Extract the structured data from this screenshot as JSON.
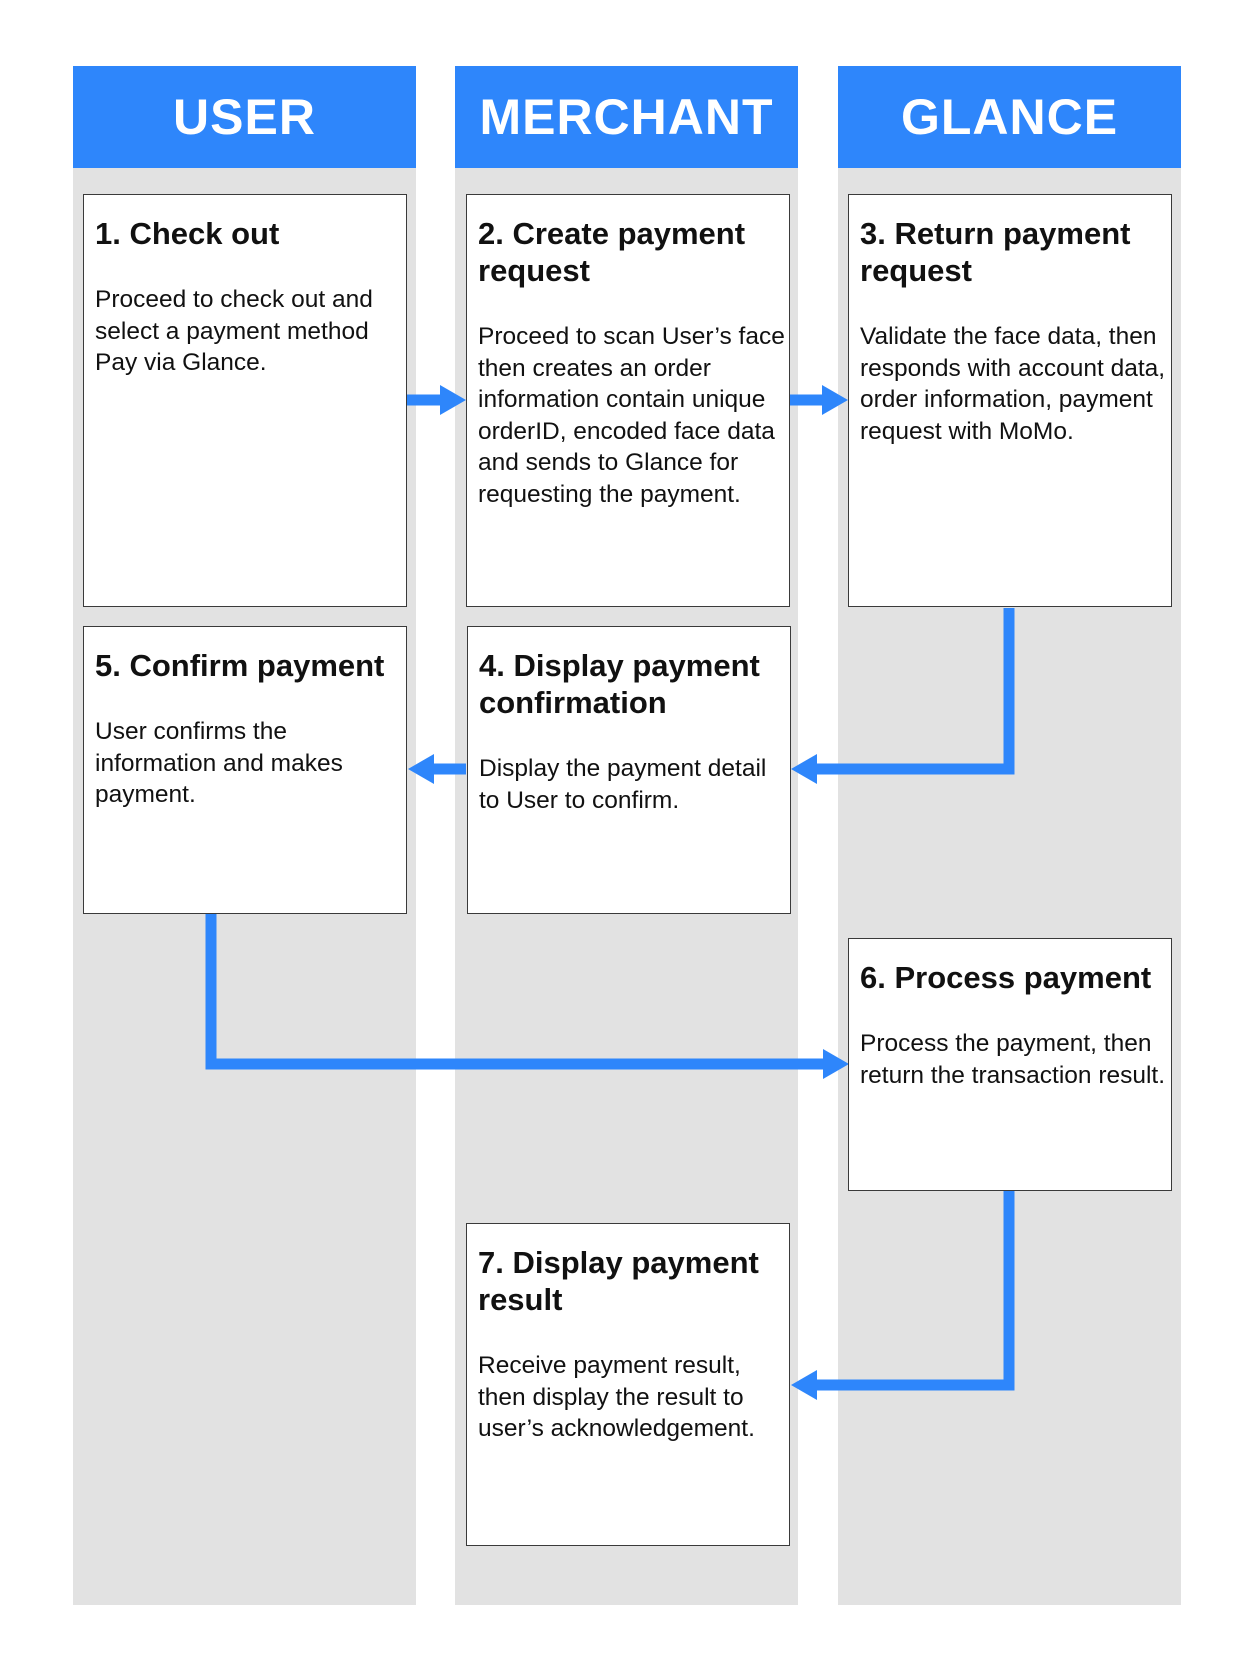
{
  "lanes": {
    "user": "USER",
    "merchant": "MERCHANT",
    "glance": "GLANCE"
  },
  "steps": {
    "s1": {
      "title": "1. Check out",
      "desc": "Proceed to check out and select a payment method Pay via Glance."
    },
    "s2": {
      "title": "2. Create payment request",
      "desc": "Proceed to scan User’s face then creates an order information contain unique orderID, encoded face data and sends to Glance for requesting the payment."
    },
    "s3": {
      "title": "3. Return payment request",
      "desc": "Validate the face data, then responds with account data, order information, payment request with MoMo."
    },
    "s4": {
      "title": "4. Display payment confirmation",
      "desc": "Display the payment detail to User to confirm."
    },
    "s5": {
      "title": "5. Confirm payment",
      "desc": "User confirms the information and makes payment."
    },
    "s6": {
      "title": "6. Process payment",
      "desc": "Process the payment, then return the transaction result."
    },
    "s7": {
      "title": "7. Display payment result",
      "desc": "Receive payment result, then display the result to user’s acknowledgement."
    }
  },
  "colors": {
    "accent": "#2e86fb",
    "lane_background": "#e2e2e2",
    "card_background": "#ffffff",
    "card_border": "#3a3a3a"
  }
}
